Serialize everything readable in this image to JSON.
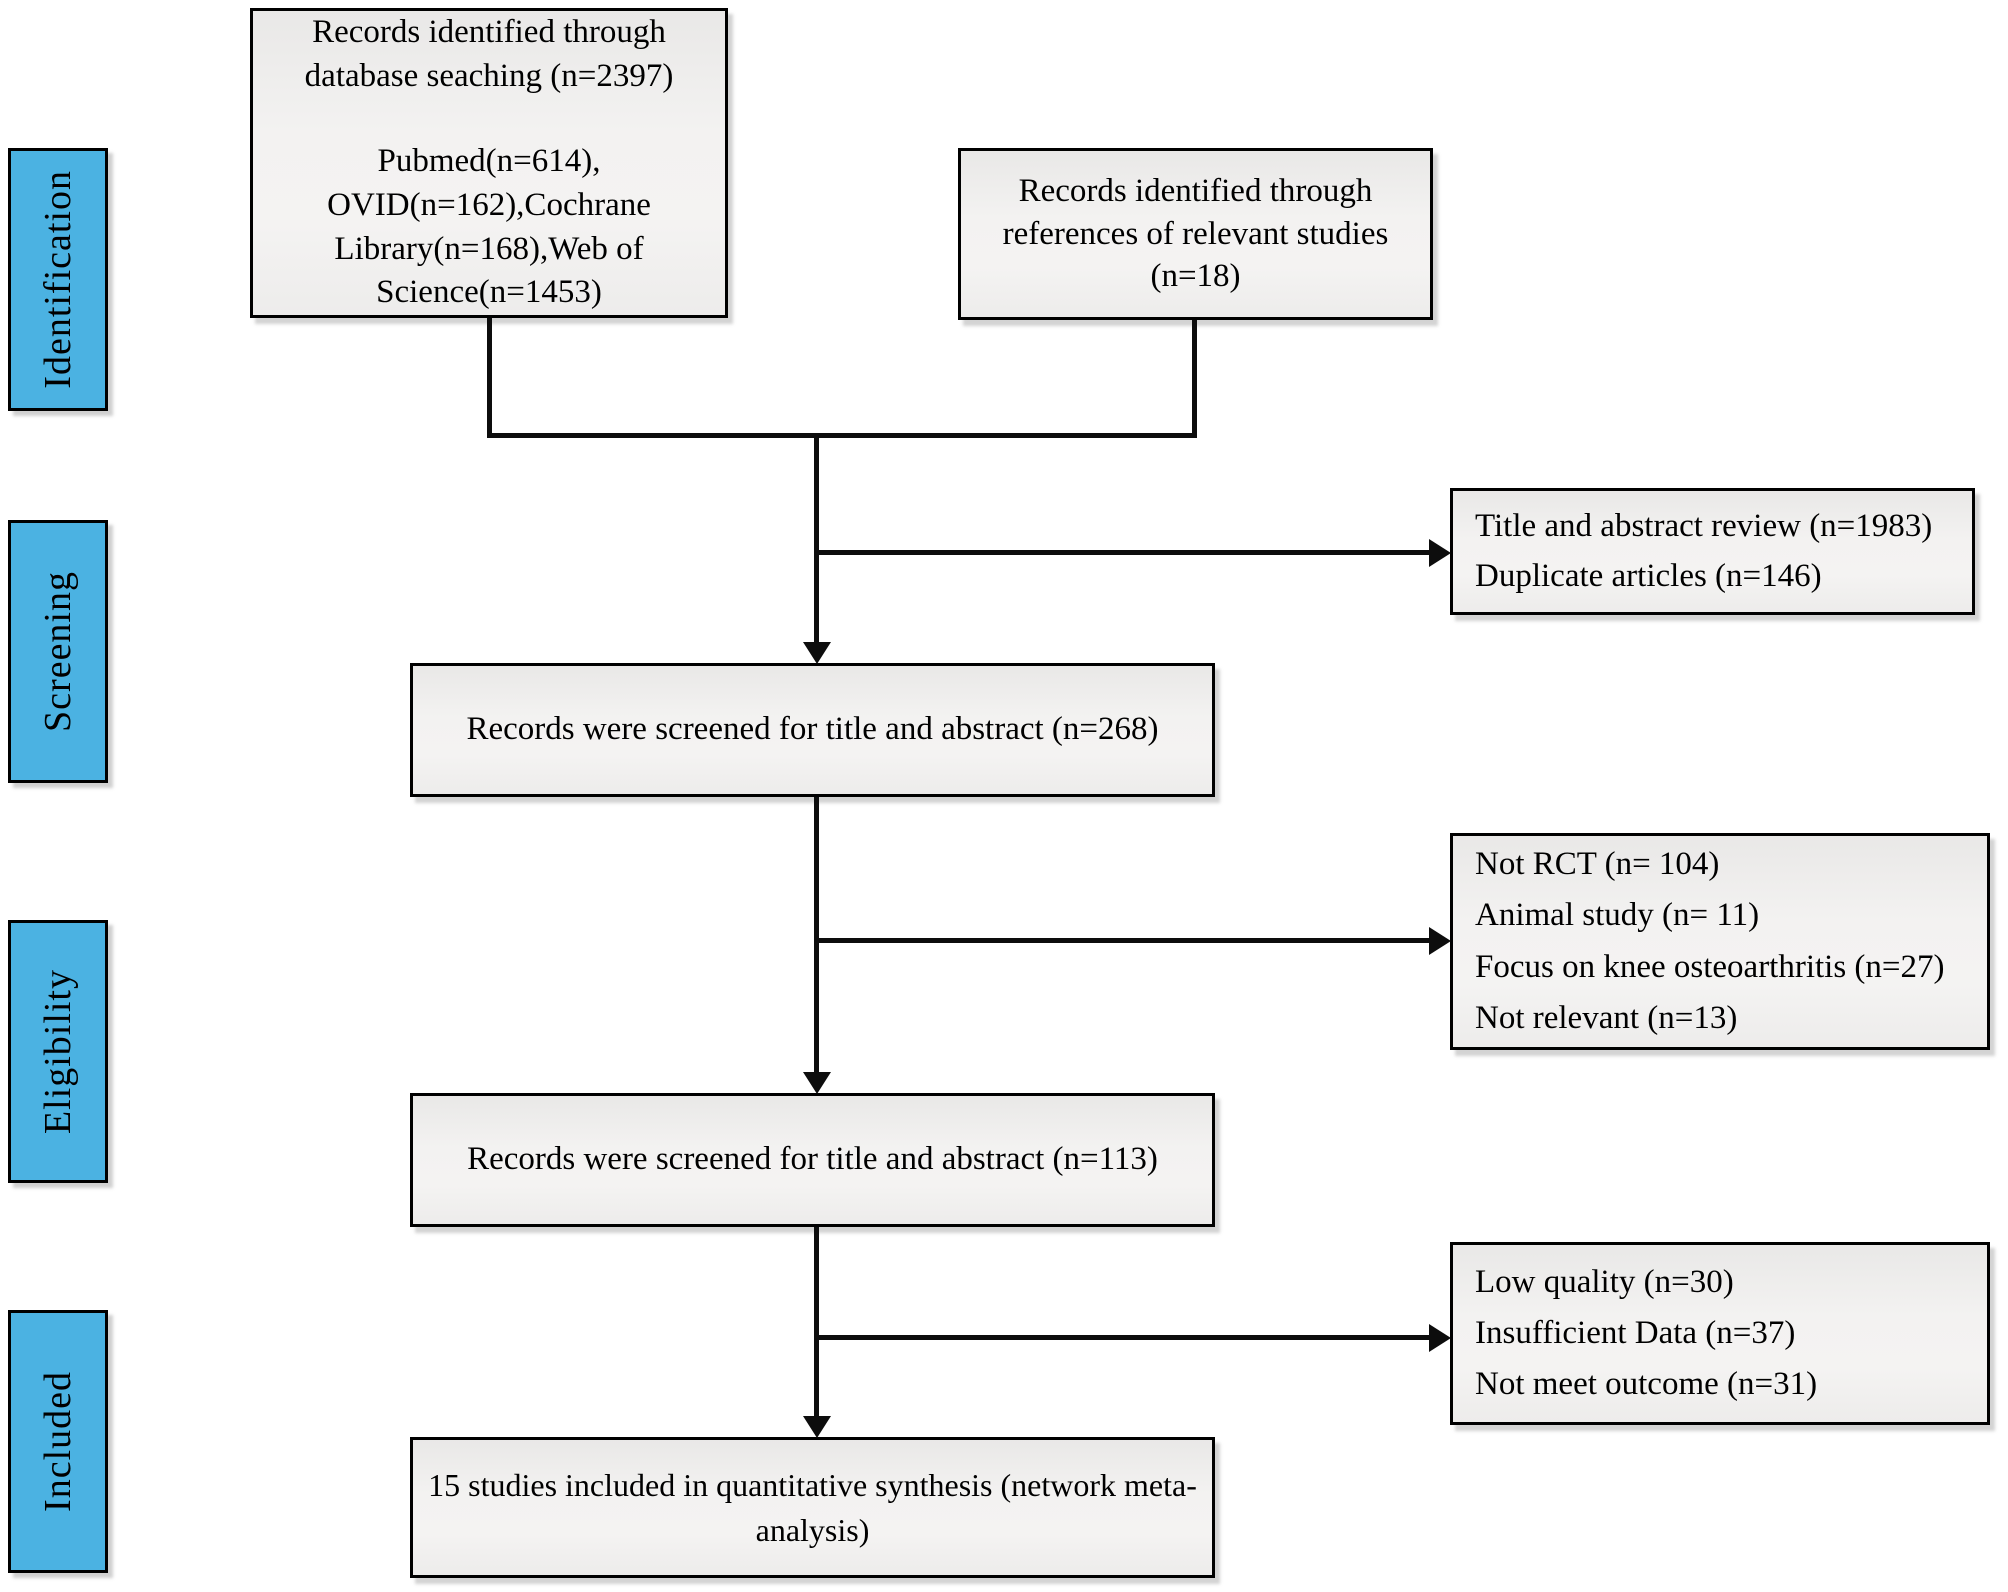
{
  "figure": {
    "stages": [
      {
        "label": "Identification"
      },
      {
        "label": "Screening"
      },
      {
        "label": "Eligibility"
      },
      {
        "label": "Included"
      }
    ],
    "boxes": {
      "database": {
        "para1": "Records identified through database seaching (n=2397)",
        "para2": "Pubmed(n=614), OVID(n=162),Cochrane Library(n=168),Web of Science(n=1453)"
      },
      "references": {
        "text": "Records identified through references of relevant studies (n=18)"
      },
      "title_abstract_review": {
        "lines": [
          "Title and abstract review (n=1983)",
          "Duplicate articles (n=146)"
        ]
      },
      "screened_268": {
        "text": "Records were screened for title and abstract (n=268)"
      },
      "excluded_eligibility": {
        "lines": [
          "Not RCT (n= 104)",
          "Animal study (n= 11)",
          "Focus on knee osteoarthritis (n=27)",
          "Not relevant (n=13)"
        ]
      },
      "screened_113": {
        "text": "Records were screened for title and abstract (n=113)"
      },
      "excluded_quality": {
        "lines": [
          "Low quality (n=30)",
          "Insufficient Data (n=37)",
          "Not meet outcome (n=31)"
        ]
      },
      "included_synthesis": {
        "text": "15 studies included in quantitative synthesis (network meta-analysis)"
      }
    },
    "colors": {
      "stage_fill": "#4bb2e2",
      "box_fill": "#f2f1f0",
      "border": "#000000",
      "line": "#0d0d0d"
    }
  }
}
